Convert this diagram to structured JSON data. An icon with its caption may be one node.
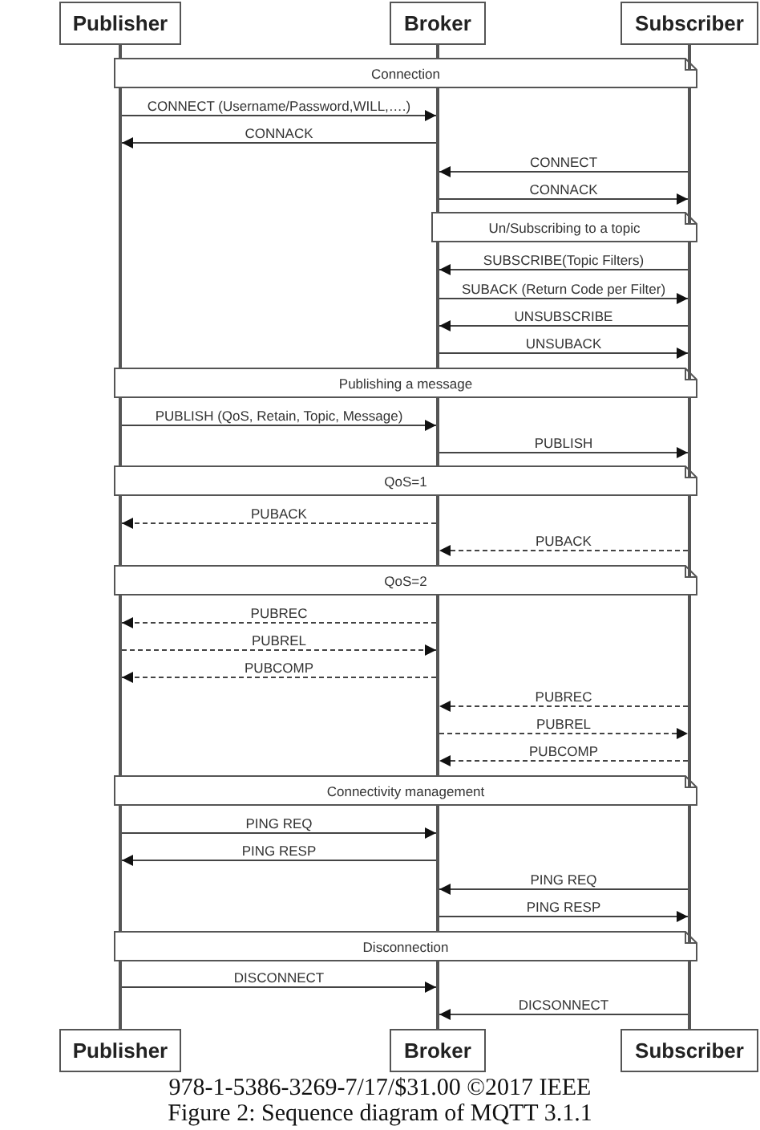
{
  "diagram": {
    "caption": "Figure 2: Sequence diagram of MQTT 3.1.1",
    "nodes": [
      {
        "text": [
          "Publisher"
        ]
      },
      {
        "text": [
          "Broker"
        ]
      },
      {
        "text": [
          "Subscriber"
        ]
      },
      {
        "text": [],
        "shape": "line"
      },
      {
        "text": [],
        "shape": "line"
      },
      {
        "text": [],
        "shape": "line"
      },
      {
        "text": [
          "Connection"
        ]
      },
      {
        "text": [
          "Un/Subscribing to a topic"
        ]
      },
      {
        "text": [
          "Publishing a message"
        ]
      },
      {
        "text": [
          "QoS=1"
        ]
      },
      {
        "text": [
          "QoS=2"
        ]
      },
      {
        "text": [
          "Connectivity management"
        ]
      },
      {
        "text": [
          "Disconnection"
        ]
      },
      {
        "text": [
          "Publisher"
        ]
      },
      {
        "text": [
          "Broker"
        ]
      },
      {
        "text": [
          "Subscriber"
        ]
      }
    ],
    "edges": [
      {
        "from": 3,
        "to": 4,
        "arrow": "to",
        "label": "CONNECT (Username/Password,WILL,….)"
      },
      {
        "from": 4,
        "to": 3,
        "arrow": "to",
        "label": "CONNACK"
      },
      {
        "from": 5,
        "to": 4,
        "arrow": "to",
        "label": "CONNECT"
      },
      {
        "from": 4,
        "to": 5,
        "arrow": "to",
        "label": "CONNACK"
      },
      {
        "from": 5,
        "to": 4,
        "arrow": "to",
        "label": "SUBSCRIBE(Topic Filters)"
      },
      {
        "from": 4,
        "to": 5,
        "arrow": "to",
        "label": "SUBACK (Return Code per Filter)"
      },
      {
        "from": 5,
        "to": 4,
        "arrow": "to",
        "label": "UNSUBSCRIBE"
      },
      {
        "from": 4,
        "to": 5,
        "arrow": "to",
        "label": "UNSUBACK"
      },
      {
        "from": 3,
        "to": 4,
        "arrow": "to",
        "label": "PUBLISH (QoS, Retain, Topic, Message)"
      },
      {
        "from": 4,
        "to": 5,
        "arrow": "to",
        "label": "PUBLISH"
      },
      {
        "from": 4,
        "to": 3,
        "arrow": "to",
        "label": "PUBACK",
        "style": "dashed"
      },
      {
        "from": 5,
        "to": 4,
        "arrow": "to",
        "label": "PUBACK",
        "style": "dashed"
      },
      {
        "from": 4,
        "to": 3,
        "arrow": "to",
        "label": "PUBREC",
        "style": "dashed"
      },
      {
        "from": 3,
        "to": 4,
        "arrow": "to",
        "label": "PUBREL",
        "style": "dashed"
      },
      {
        "from": 4,
        "to": 3,
        "arrow": "to",
        "label": "PUBCOMP",
        "style": "dashed"
      },
      {
        "from": 5,
        "to": 4,
        "arrow": "to",
        "label": "PUBREC",
        "style": "dashed"
      },
      {
        "from": 4,
        "to": 5,
        "arrow": "to",
        "label": "PUBREL",
        "style": "dashed"
      },
      {
        "from": 5,
        "to": 4,
        "arrow": "to",
        "label": "PUBCOMP",
        "style": "dashed"
      },
      {
        "from": 3,
        "to": 4,
        "arrow": "to",
        "label": "PING REQ"
      },
      {
        "from": 4,
        "to": 3,
        "arrow": "to",
        "label": "PING RESP"
      },
      {
        "from": 5,
        "to": 4,
        "arrow": "to",
        "label": "PING REQ"
      },
      {
        "from": 4,
        "to": 5,
        "arrow": "to",
        "label": "PING RESP"
      },
      {
        "from": 3,
        "to": 4,
        "arrow": "to",
        "label": "DISCONNECT"
      },
      {
        "from": 5,
        "to": 4,
        "arrow": "to",
        "label": "DICSONNECT"
      }
    ],
    "labels": [
      "978-1-5386-3269-7/17/$31.00 ©2017 IEEE"
    ]
  }
}
